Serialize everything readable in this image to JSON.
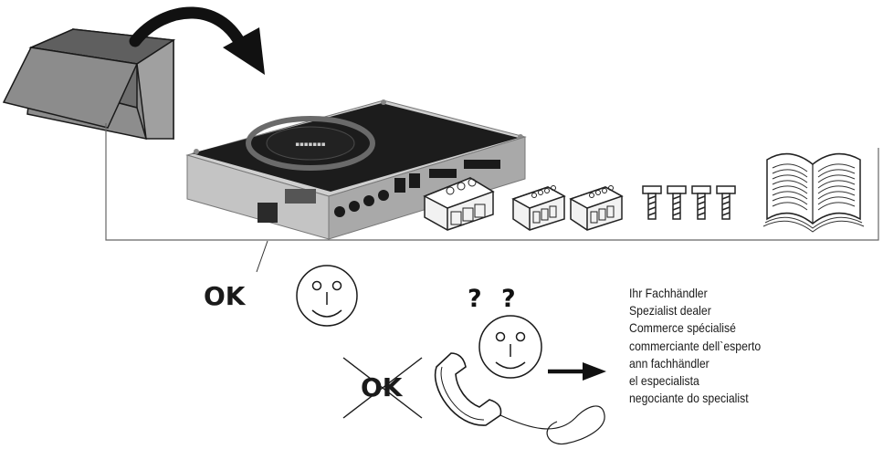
{
  "labels": {
    "ok_good": "OK",
    "ok_crossed": "OK",
    "question_marks": "? ?"
  },
  "dealer_lines": [
    "Ihr Fachhändler",
    "Spezialist dealer",
    "Commerce spécialisé",
    "commerciante dell`esperto",
    "ann fachhändler",
    "el especialista",
    "negociante do specialist"
  ],
  "colors": {
    "ink": "#1a1a1a",
    "box_fill": "#8a8a8a",
    "box_dark": "#6e6e6e",
    "amp_body": "#1c1c1c",
    "amp_side": "#bdbdbd"
  }
}
